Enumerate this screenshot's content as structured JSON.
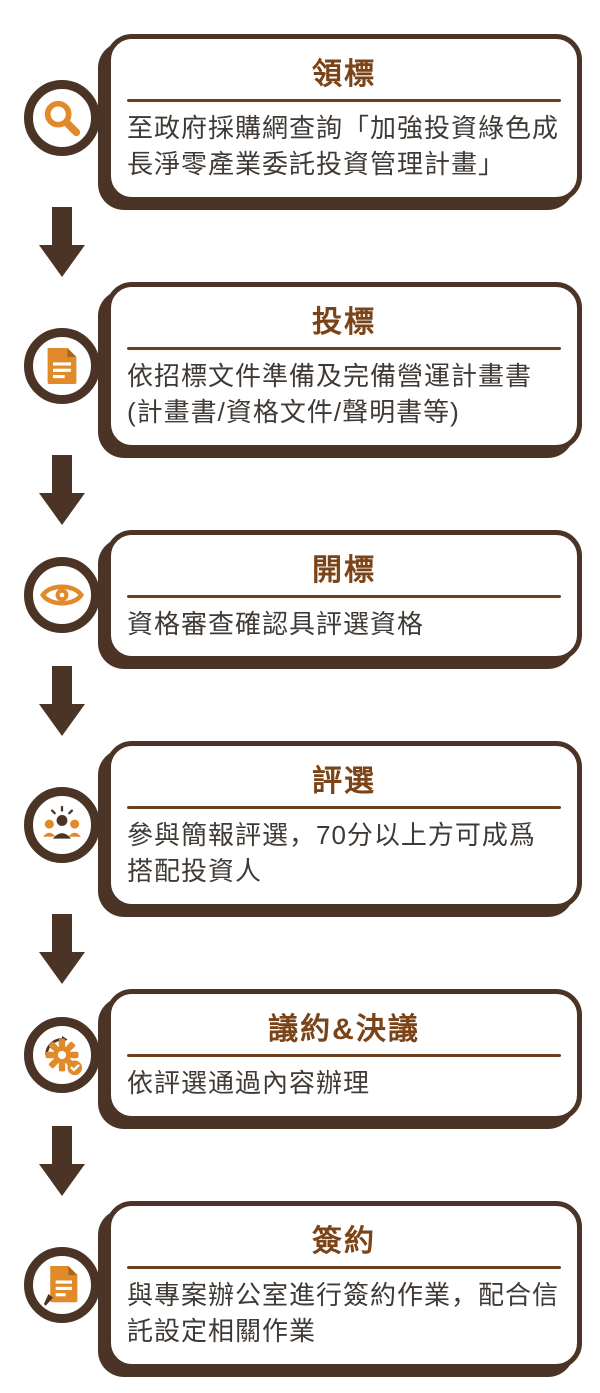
{
  "colors": {
    "dark_brown": "#4b3426",
    "title_brown": "#7a4418",
    "divider_brown": "#6b3e1e",
    "icon_orange": "#e08a2a",
    "body_text": "#3f3a36"
  },
  "steps": [
    {
      "title": "領標",
      "body": "至政府採購網查詢「加強投資綠色成長淨零產業委託投資管理計畫」",
      "icon": "search-icon"
    },
    {
      "title": "投標",
      "body": "依招標文件準備及完備營運計畫書(計畫書/資格文件/聲明書等)",
      "icon": "document-icon"
    },
    {
      "title": "開標",
      "body": "資格審查確認具評選資格",
      "icon": "eye-icon"
    },
    {
      "title": "評選",
      "body": "參與簡報評選，70分以上方可成爲搭配投資人",
      "icon": "presentation-icon"
    },
    {
      "title": "議約&決議",
      "body": "依評選通過內容辦理",
      "icon": "gear-sync-icon"
    },
    {
      "title": "簽約",
      "body": "與專案辦公室進行簽約作業，配合信託設定相關作業",
      "icon": "contract-icon"
    }
  ]
}
